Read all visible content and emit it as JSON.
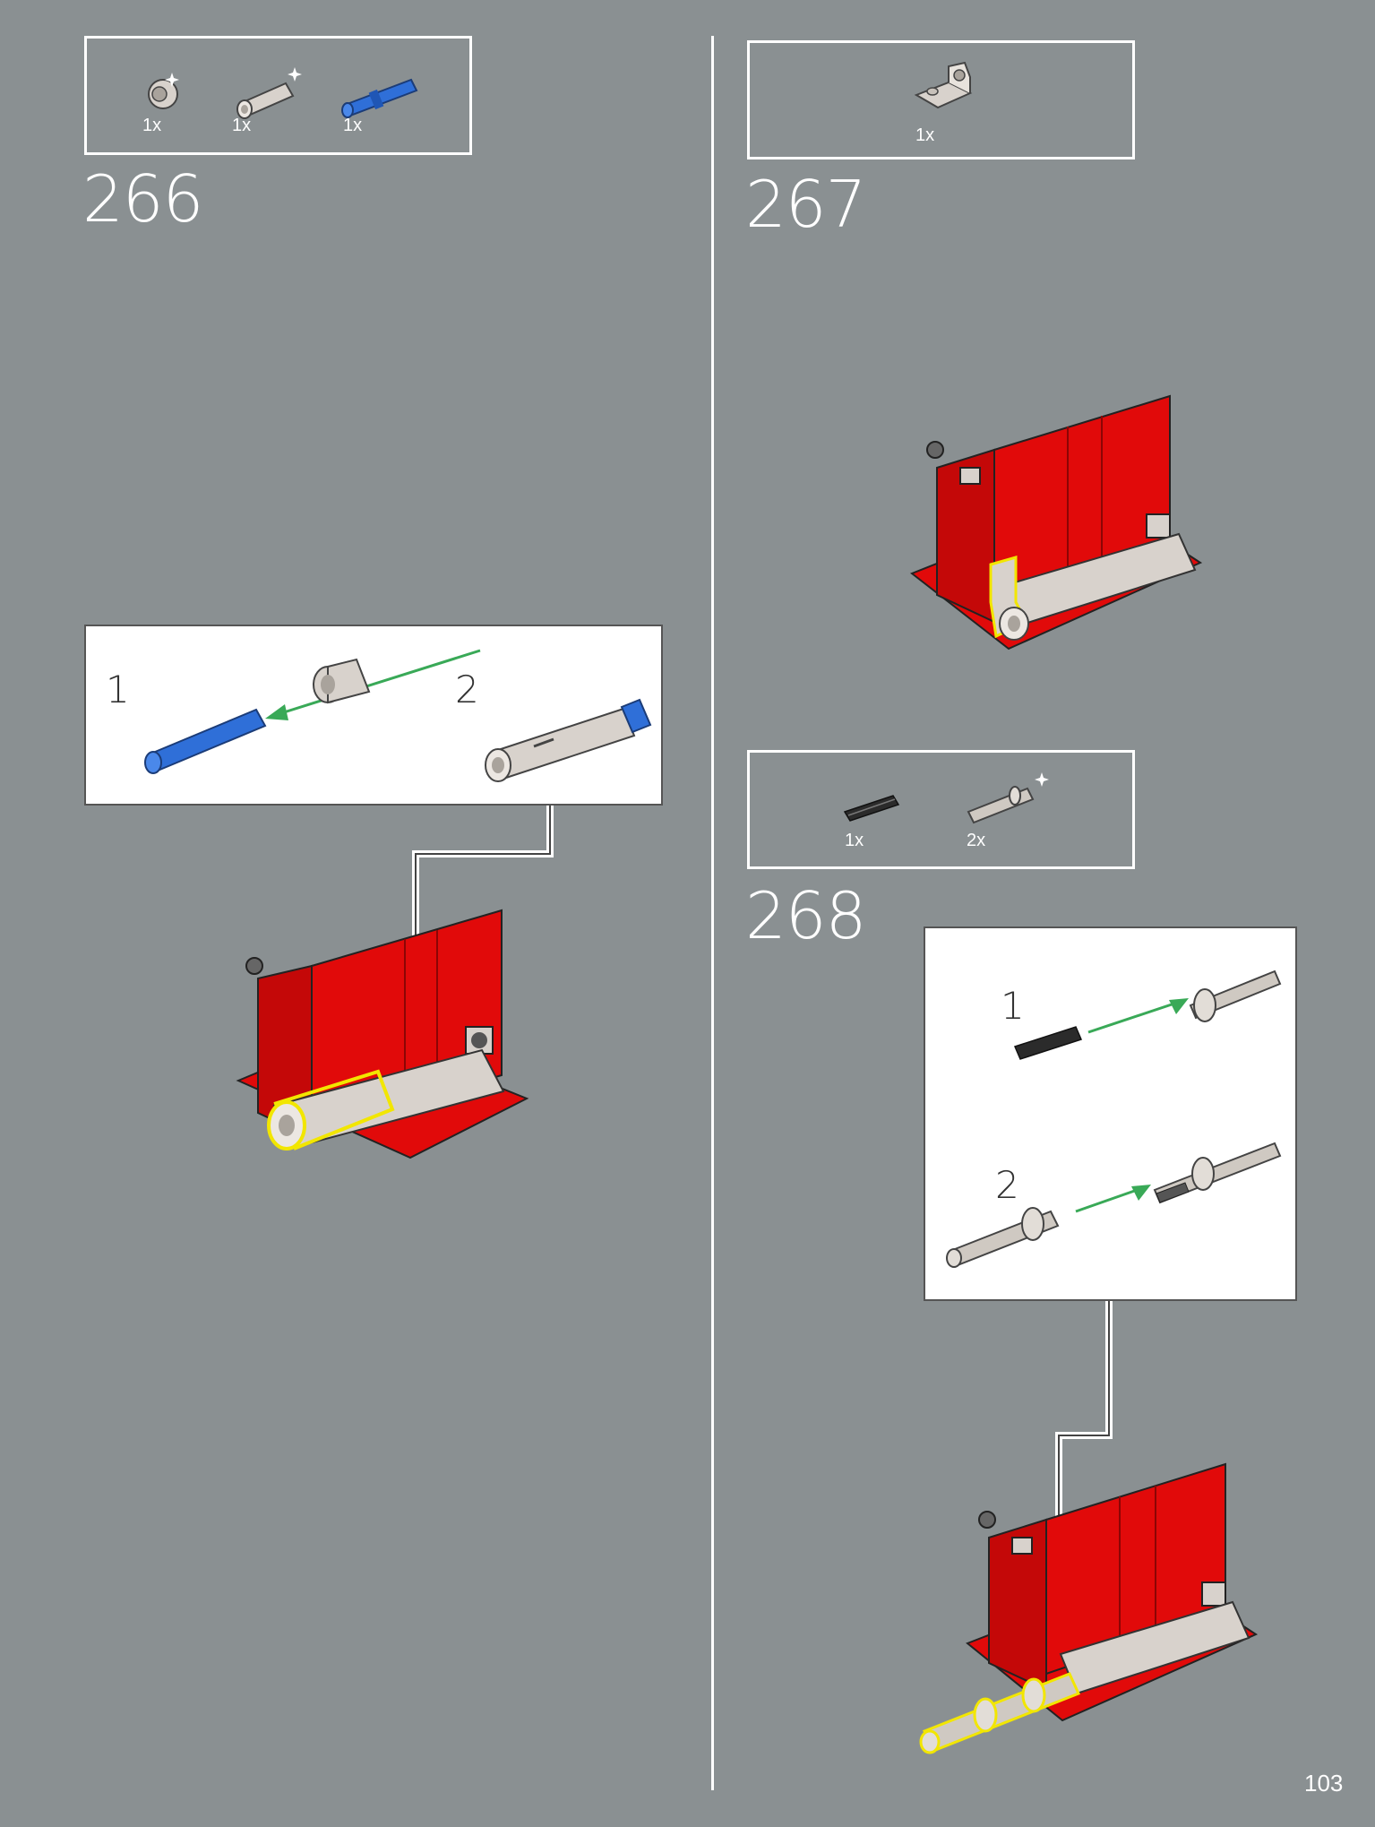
{
  "page_number": "103",
  "colors": {
    "background": "#8a9092",
    "brick_red": "#e10a0a",
    "light_gray": "#d8d2cc",
    "blue": "#2f6fd8",
    "arrow_green": "#39a957",
    "highlight_yellow": "#f2e600"
  },
  "steps": [
    {
      "number": "266",
      "parts": [
        {
          "icon": "bush-icon",
          "qty": "1x"
        },
        {
          "icon": "pin-connector-icon",
          "qty": "1x"
        },
        {
          "icon": "blue-pin-icon",
          "qty": "1x"
        }
      ],
      "substeps": [
        "1",
        "2"
      ]
    },
    {
      "number": "267",
      "parts": [
        {
          "icon": "pin-hole-plate-icon",
          "qty": "1x"
        }
      ]
    },
    {
      "number": "268",
      "parts": [
        {
          "icon": "axle-icon",
          "qty": "1x"
        },
        {
          "icon": "axle-pin-icon",
          "qty": "2x"
        }
      ],
      "substeps": [
        "1",
        "2"
      ]
    }
  ]
}
